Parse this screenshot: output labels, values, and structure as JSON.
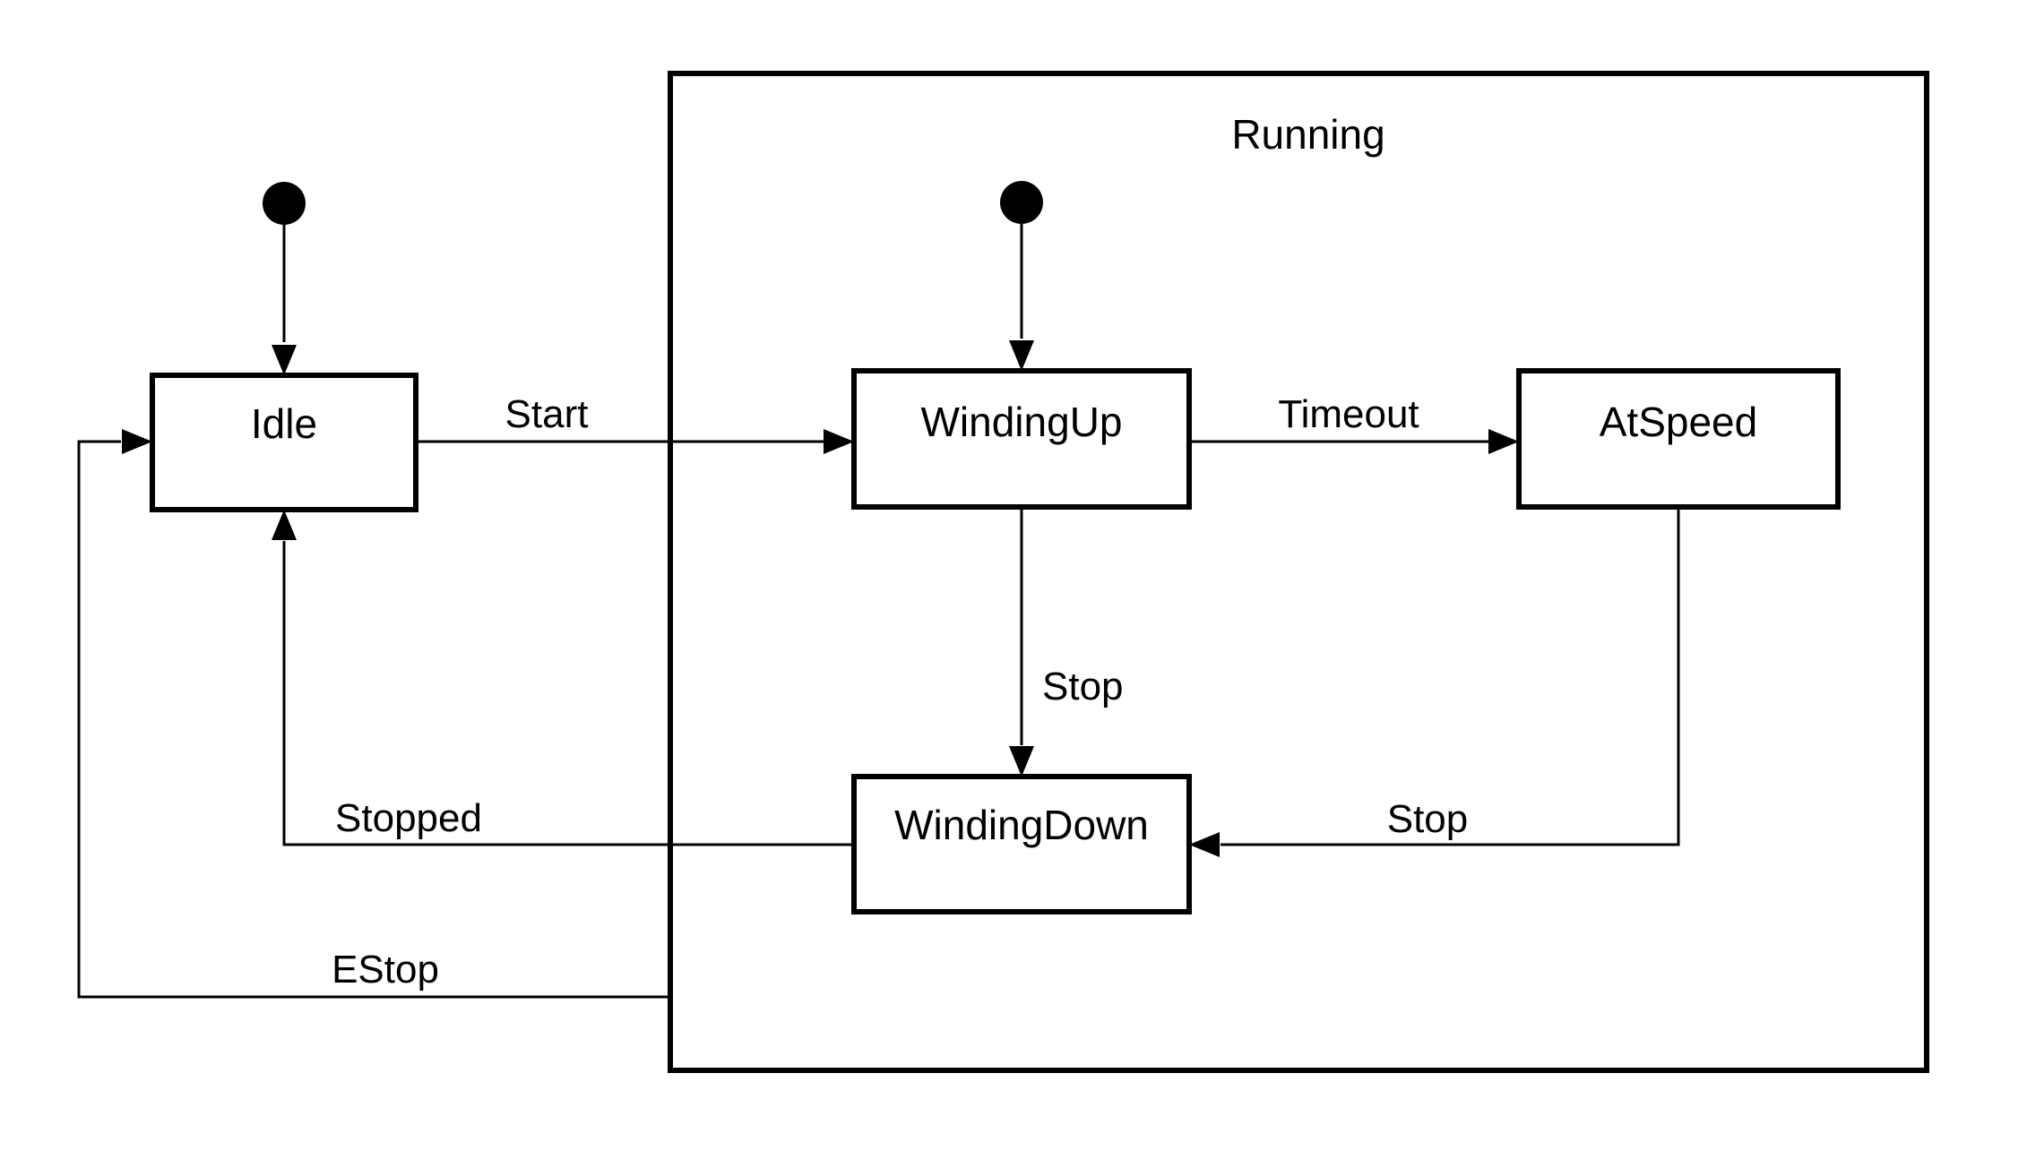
{
  "diagram": {
    "type": "uml-state-machine",
    "composite_state": {
      "label": "Running",
      "contains": [
        "WindingUp",
        "AtSpeed",
        "WindingDown"
      ]
    },
    "states": [
      {
        "id": "idle",
        "label": "Idle"
      },
      {
        "id": "windingup",
        "label": "WindingUp"
      },
      {
        "id": "atspeed",
        "label": "AtSpeed"
      },
      {
        "id": "windingdown",
        "label": "WindingDown"
      }
    ],
    "initial_states": [
      {
        "attached_to": "Idle"
      },
      {
        "attached_to": "WindingUp",
        "within": "Running"
      }
    ],
    "transitions": [
      {
        "from": "initial",
        "to": "Idle",
        "label": ""
      },
      {
        "from": "initial-running",
        "to": "WindingUp",
        "label": ""
      },
      {
        "from": "Idle",
        "to": "WindingUp",
        "label": "Start"
      },
      {
        "from": "WindingUp",
        "to": "AtSpeed",
        "label": "Timeout"
      },
      {
        "from": "WindingUp",
        "to": "WindingDown",
        "label": "Stop"
      },
      {
        "from": "AtSpeed",
        "to": "WindingDown",
        "label": "Stop"
      },
      {
        "from": "WindingDown",
        "to": "Idle",
        "label": "Stopped"
      },
      {
        "from": "Running",
        "to": "Idle",
        "label": "EStop"
      }
    ],
    "colors": {
      "line": "#000000",
      "background": "#ffffff",
      "state_fill": "#ffffff"
    }
  }
}
